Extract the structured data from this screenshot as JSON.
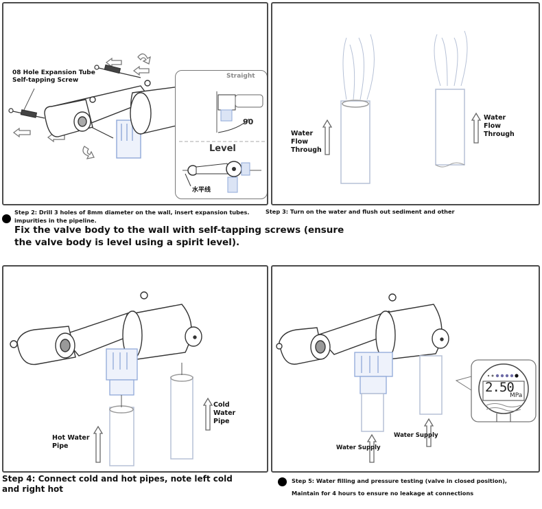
{
  "colors": {
    "panel_border": "#4a4a4a",
    "line_art": "#333333",
    "pipe_blue": "#8fa8d8",
    "pipe_light": "#b5c0d6",
    "text": "#111111"
  },
  "step2_panel": {
    "callout_label_line1": "08 Hole Expansion Tube",
    "callout_label_line2": "Self-tapping Screw",
    "inset_straight_title": "Straight",
    "inset_angle_value": "90",
    "inset_level_title": "Level",
    "inset_level_chinese": "水平线",
    "caption_line1": "Step 2: Drill 3 holes of 8mm diameter on the wall, insert expansion tubes.",
    "caption_line2": "impurities in the pipeline.",
    "caption_large": "Fix the valve body to the wall with self-tapping screws (ensure the valve body is level using a spirit level)."
  },
  "step3_panel": {
    "left_label": "Water\nFlow\nThrough",
    "right_label": "Water\nFlow\nThrough",
    "caption": "Step 3: Turn on the water and flush out sediment and other"
  },
  "step4_panel": {
    "hot_label": "Hot Water\nPipe",
    "cold_label": "Cold\nWater\nPipe",
    "caption": "Step 4: Connect cold and hot pipes, note left cold and right hot"
  },
  "step5_panel": {
    "supply_left": "Water Supply",
    "supply_right": "Water Supply",
    "gauge_value": "2.50",
    "gauge_unit": "MPa",
    "caption_line1": "Step 5: Water filling and pressure testing (valve in closed position),",
    "caption_line2": "Maintain for 4 hours to ensure no leakage at connections"
  }
}
